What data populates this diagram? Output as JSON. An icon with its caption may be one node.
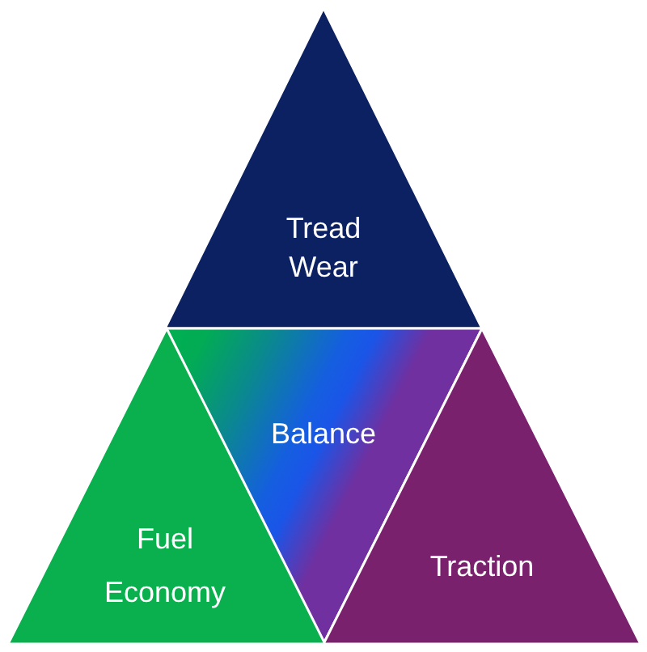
{
  "diagram": {
    "nodes": [
      {
        "text": [
          "Tread Wear"
        ]
      },
      {
        "text": [
          "Balance"
        ]
      },
      {
        "text": [
          "Fuel Economy"
        ]
      },
      {
        "text": [
          "Traction"
        ]
      }
    ]
  }
}
